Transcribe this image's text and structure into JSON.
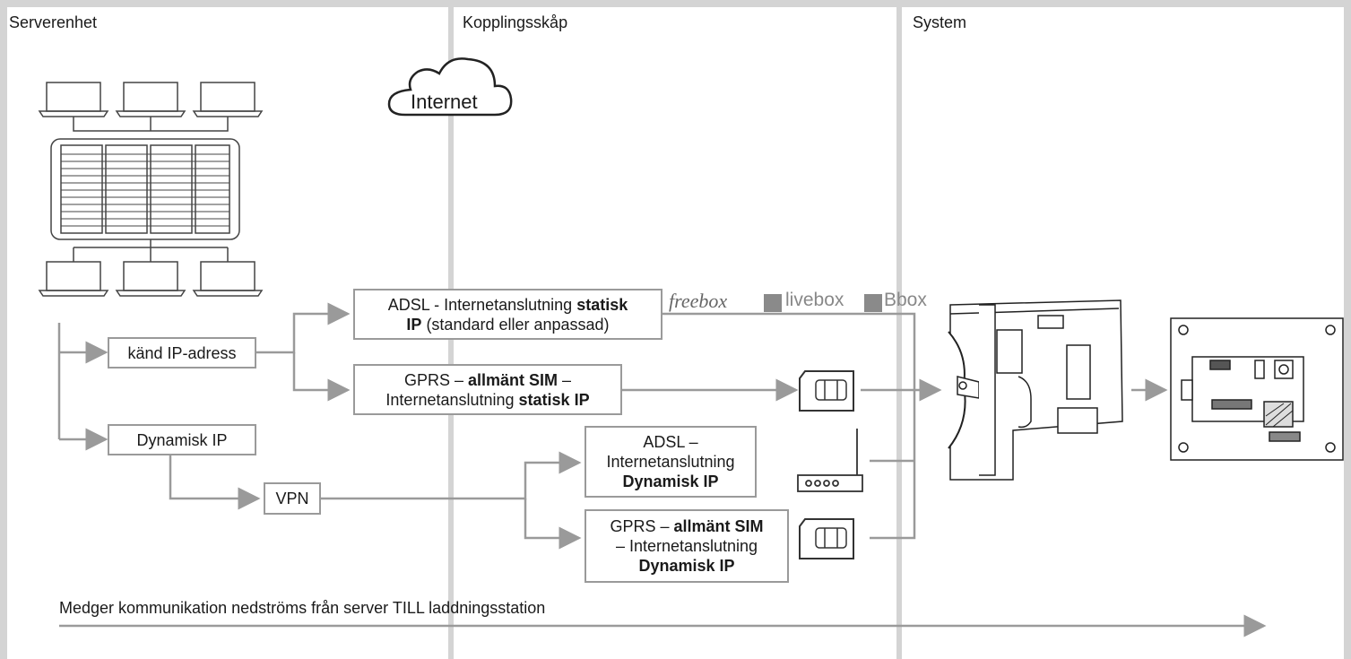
{
  "columns": {
    "server": "Serverenhet",
    "cabinet": "Kopplingsskåp",
    "system": "System"
  },
  "cloud_label": "Internet",
  "boxes": {
    "known_ip": "känd IP-adress",
    "dynamic_ip": "Dynamisk IP",
    "vpn": "VPN",
    "adsl_static": {
      "pre": "ADSL - Internetanslutning ",
      "b1": "statisk",
      "b2": "IP",
      "post": " (standard eller anpassad)"
    },
    "gprs_static": {
      "pre": "GPRS – ",
      "b1": "allmänt SIM",
      "mid": " –",
      "line2": "Internetanslutning ",
      "b2": "statisk IP"
    },
    "adsl_dynamic": {
      "l1": "ADSL –",
      "l2": "Internetanslutning",
      "b": "Dynamisk IP"
    },
    "gprs_dynamic": {
      "pre": "GPRS – ",
      "b1": "allmänt SIM",
      "l2": "– Internetanslutning",
      "b2": "Dynamisk IP"
    }
  },
  "brands": [
    "freebox",
    "livebox",
    "Bbox"
  ],
  "footer": "Medger kommunikation nedströms från server TILL laddningsstation",
  "colors": {
    "line": "#9a9a9a",
    "divider": "#d0d0d0"
  }
}
